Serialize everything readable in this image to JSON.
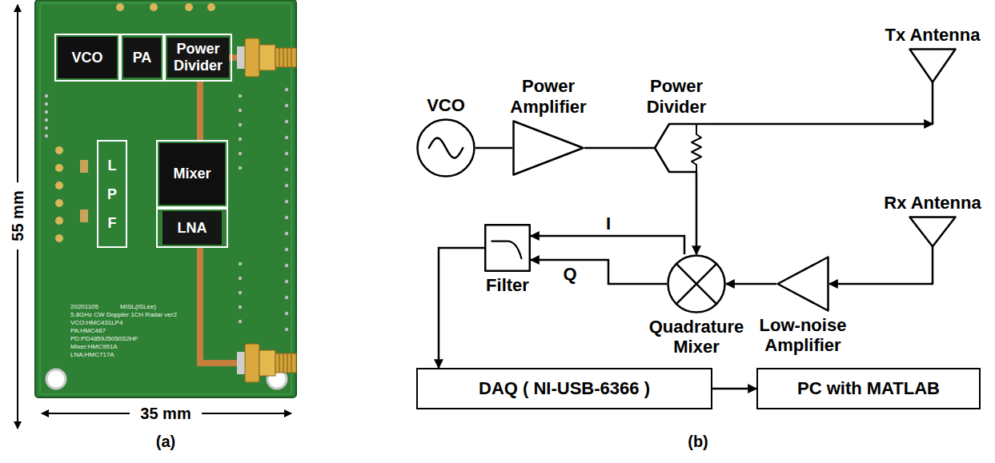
{
  "diagram": {
    "nodes": [
      {
        "text": [
          "VCO"
        ]
      },
      {
        "text": [
          "PA"
        ]
      },
      {
        "text": [
          "Power Divider"
        ]
      },
      {
        "text": [
          "L P F"
        ]
      },
      {
        "text": [
          "Mixer"
        ]
      },
      {
        "text": [
          "LNA"
        ]
      },
      {
        "text": [
          "VCO"
        ]
      },
      {
        "text": [
          "Power Amplifier"
        ]
      },
      {
        "text": [
          "Power Divider"
        ]
      },
      {
        "text": [
          "Tx Antenna"
        ]
      },
      {
        "text": [
          "Rx Antenna"
        ]
      },
      {
        "text": [
          "Filter"
        ]
      },
      {
        "text": [
          "Quadrature Mixer"
        ]
      },
      {
        "text": [
          "Low-noise Amplifier"
        ]
      },
      {
        "text": [
          "DAQ ( NI-USB-6366 )"
        ]
      },
      {
        "text": [
          "PC with MATLAB"
        ]
      }
    ],
    "edges": [
      {
        "from": 6,
        "to": 7,
        "arrow": "none"
      },
      {
        "from": 7,
        "to": 8,
        "arrow": "none"
      },
      {
        "from": 8,
        "to": 9,
        "arrow": "to"
      },
      {
        "from": 8,
        "to": 12,
        "arrow": "to"
      },
      {
        "from": 10,
        "to": 13,
        "arrow": "to"
      },
      {
        "from": 13,
        "to": 12,
        "arrow": "to"
      },
      {
        "from": 12,
        "to": 11,
        "label": "I",
        "arrow": "to"
      },
      {
        "from": 12,
        "to": 11,
        "label": "Q",
        "arrow": "to"
      },
      {
        "from": 11,
        "to": 14,
        "arrow": "to"
      },
      {
        "from": 14,
        "to": 15,
        "arrow": "to"
      }
    ],
    "labels": [
      "55 mm",
      "35 mm",
      "(a)",
      "(b)",
      "20201105",
      "MISL(ISLee)",
      "5.8GHz CW Doppler 1CH Radar ver2",
      "VCO:HMC431LP4",
      "PA:HMC487",
      "PD:PD4859J5050S2HF",
      "Mixer:HMC951A",
      "LNA:HMC717A"
    ]
  }
}
